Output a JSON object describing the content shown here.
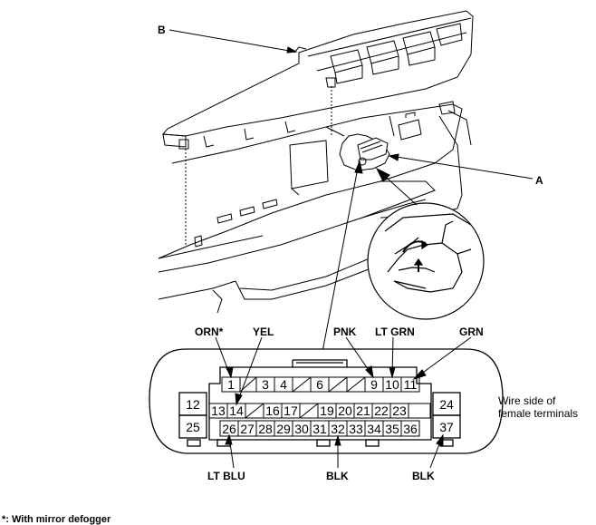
{
  "callouts": {
    "a": "A",
    "b": "B"
  },
  "wire_colors": {
    "orn": "ORN*",
    "yel": "YEL",
    "pnk": "PNK",
    "lt_grn": "LT GRN",
    "grn": "GRN",
    "lt_blu": "LT BLU",
    "blk_center": "BLK",
    "blk_right": "BLK"
  },
  "connector": {
    "row1": [
      "1",
      "3",
      "4",
      "6",
      "9",
      "10",
      "11"
    ],
    "row2": [
      "13",
      "14",
      "16",
      "17",
      "19",
      "20",
      "21",
      "22",
      "23"
    ],
    "row3": [
      "26",
      "27",
      "28",
      "29",
      "30",
      "31",
      "32",
      "33",
      "34",
      "35",
      "36"
    ],
    "left_col": [
      "12",
      "25"
    ],
    "right_col": [
      "24",
      "37"
    ],
    "side_note": [
      "Wire side of",
      "female terminals"
    ]
  },
  "footnote": "*: With mirror defogger"
}
